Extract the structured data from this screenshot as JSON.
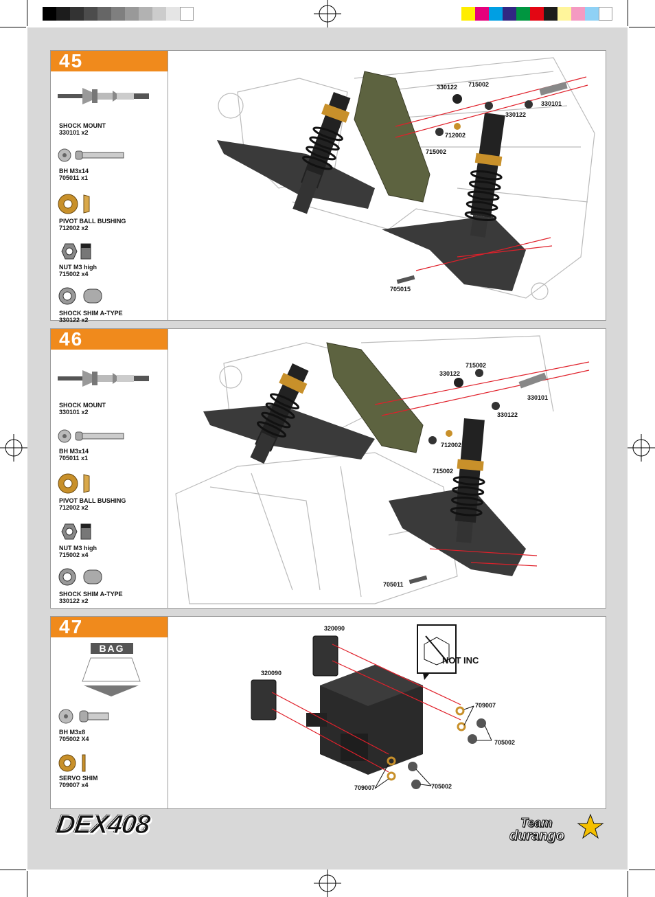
{
  "steps": [
    {
      "number": "45",
      "parts": [
        {
          "name": "SHOCK MOUNT",
          "code": "330101  x2"
        },
        {
          "name": "BH M3x14",
          "code": "705011  x1"
        },
        {
          "name": "PIVOT BALL BUSHING",
          "code": "712002  x2"
        },
        {
          "name": "NUT M3 high",
          "code": "715002  x4"
        },
        {
          "name": "SHOCK SHIM A-TYPE",
          "code": "330122 x2"
        }
      ],
      "callouts": [
        "330122",
        "715002",
        "330101",
        "330122",
        "712002",
        "715002",
        "705015"
      ]
    },
    {
      "number": "46",
      "parts": [
        {
          "name": "SHOCK MOUNT",
          "code": "330101  x2"
        },
        {
          "name": "BH M3x14",
          "code": "705011  x1"
        },
        {
          "name": "PIVOT BALL BUSHING",
          "code": "712002  x2"
        },
        {
          "name": "NUT M3 high",
          "code": "715002  x4"
        },
        {
          "name": "SHOCK SHIM A-TYPE",
          "code": "330122  x2"
        }
      ],
      "callouts": [
        "715002",
        "330122",
        "330101",
        "330122",
        "712002",
        "715002",
        "705011"
      ]
    },
    {
      "number": "47",
      "bag_label": "BAG",
      "parts": [
        {
          "name": "BH  M3x8",
          "code": "705002  X4"
        },
        {
          "name": "SERVO SHIM",
          "code": "709007  x4"
        }
      ],
      "callouts": [
        "320090",
        "320090",
        "709007",
        "705002",
        "709007",
        "705002"
      ],
      "not_included": "NOT INC"
    }
  ],
  "footer": {
    "model_logo": "DEX408",
    "brand_logo_line1": "Team",
    "brand_logo_line2": "durango"
  },
  "colors": {
    "accent": "#f08a1c",
    "red_guide": "#e0202a",
    "part_dark": "#3a3a3a",
    "part_olive": "#5d6340",
    "brass": "#c8902a"
  }
}
